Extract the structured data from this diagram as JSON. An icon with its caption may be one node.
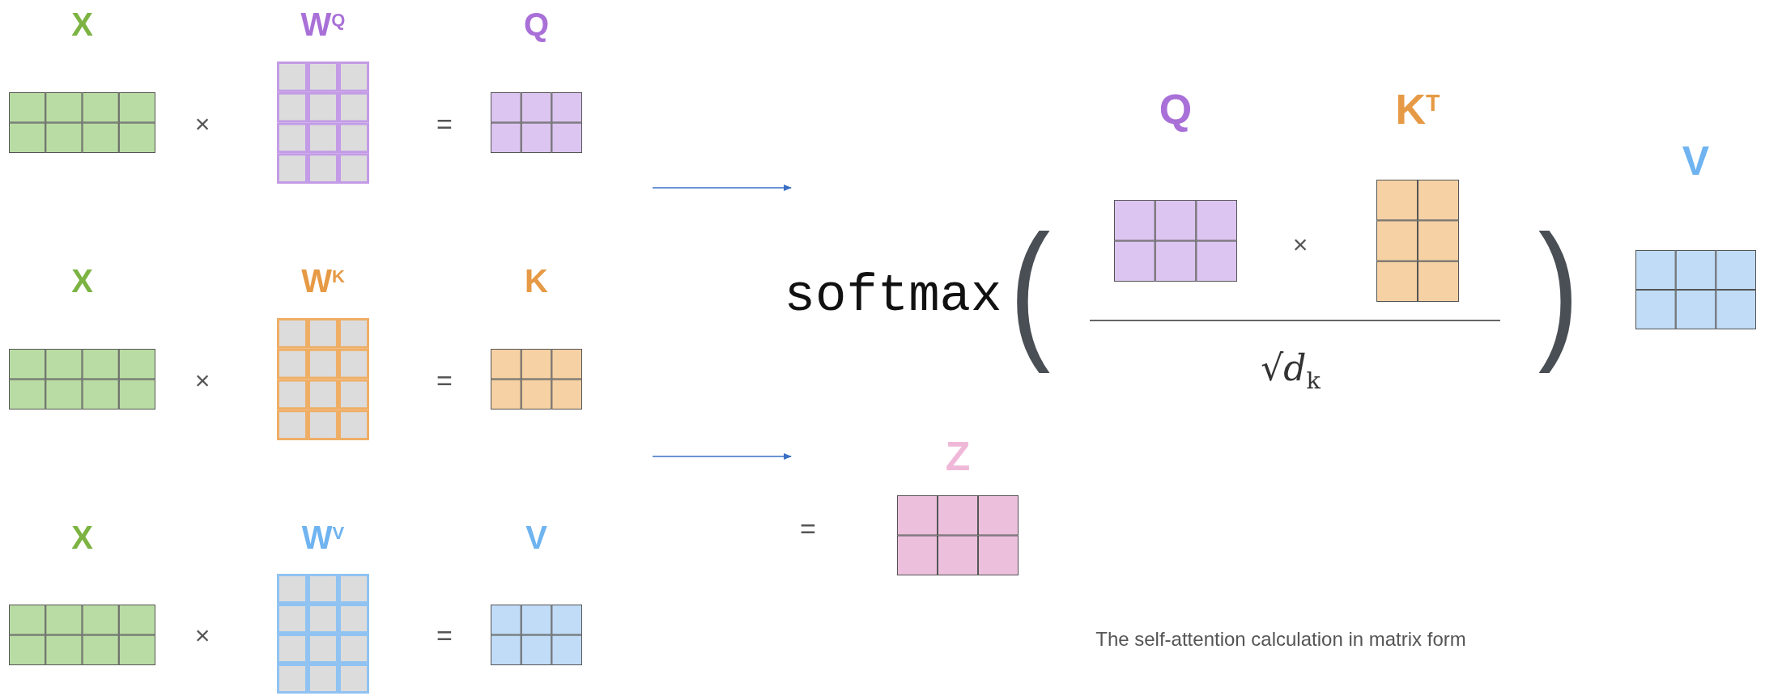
{
  "diagram": {
    "caption": "The self-attention calculation in matrix form",
    "nodes": [
      {
        "text": [
          "X"
        ]
      },
      {
        "text": [
          "W$^{Q}$"
        ]
      },
      {
        "text": [
          "Q"
        ]
      },
      {
        "text": [
          "Q"
        ]
      },
      {
        "text": [
          "K$^{T}$"
        ]
      },
      {
        "text": [
          "V"
        ]
      },
      {
        "text": [
          "X"
        ]
      },
      {
        "text": [
          "W$^{K}$"
        ]
      },
      {
        "text": [
          "K"
        ]
      },
      {
        "text": [
          "Z"
        ]
      },
      {
        "text": [
          "X"
        ]
      },
      {
        "text": [
          "W$^{V}$"
        ]
      },
      {
        "text": [
          "V"
        ]
      }
    ],
    "labels": [
      "×",
      "=",
      "softmax",
      "(",
      "×",
      ")",
      "×",
      "=",
      "√*d*$_{k}$",
      "=",
      "×",
      "="
    ]
  }
}
